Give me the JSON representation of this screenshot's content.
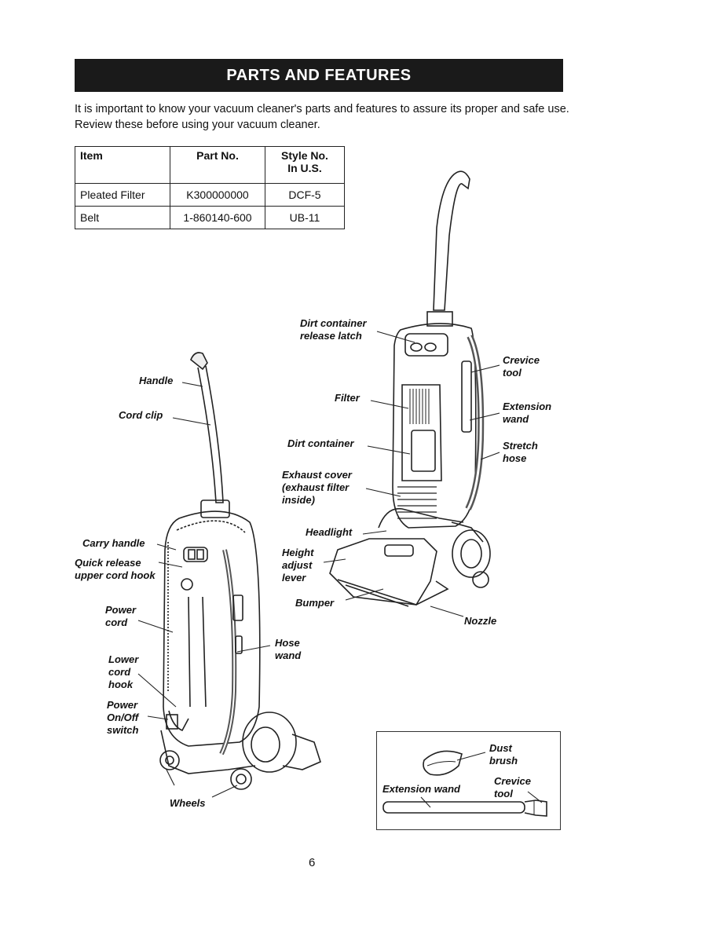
{
  "header": {
    "title": "PARTS AND FEATURES"
  },
  "intro": "It is important to know your vacuum cleaner's parts and features to assure its proper and safe use. Review these before using your vacuum cleaner.",
  "table": {
    "headers": [
      "Item",
      "Part No.",
      "Style No.\nIn U.S."
    ],
    "rows": [
      [
        "Pleated Filter",
        "K300000000",
        "DCF-5"
      ],
      [
        "Belt",
        "1-860140-600",
        "UB-11"
      ]
    ]
  },
  "labels_left": {
    "handle": "Handle",
    "cord_clip": "Cord clip",
    "carry_handle": "Carry handle",
    "quick_release": "Quick release\nupper cord hook",
    "power_cord": "Power\ncord",
    "lower_cord_hook": "Lower\ncord\nhook",
    "power_switch": "Power\nOn/Off\nswitch",
    "wheels": "Wheels",
    "hose_wand": "Hose\nwand"
  },
  "labels_right": {
    "dirt_latch": "Dirt container\nrelease latch",
    "filter": "Filter",
    "dirt_container": "Dirt container",
    "exhaust_cover": "Exhaust cover\n(exhaust filter\ninside)",
    "headlight": "Headlight",
    "height_adjust": "Height\nadjust\nlever",
    "bumper": "Bumper",
    "nozzle": "Nozzle",
    "crevice_tool": "Crevice\ntool",
    "extension_wand": "Extension\nwand",
    "stretch_hose": "Stretch\nhose"
  },
  "inset": {
    "dust_brush": "Dust\nbrush",
    "crevice_tool": "Crevice\ntool",
    "extension_wand": "Extension wand"
  },
  "page_number": "6"
}
